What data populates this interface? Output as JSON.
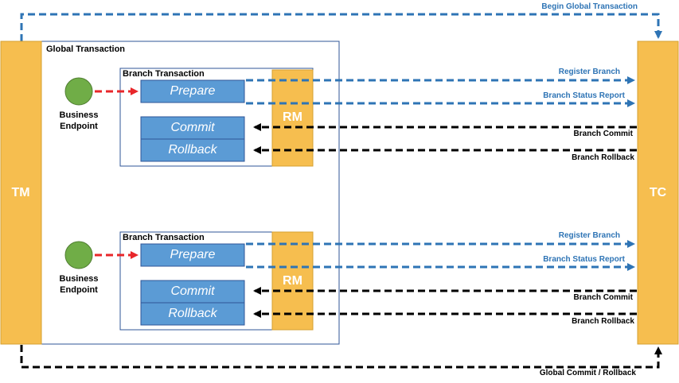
{
  "diagram": {
    "tm_label": "TM",
    "tc_label": "TC",
    "begin_label": "Begin Global Transaction",
    "global_label": "Global Transaction",
    "end_label": "Global Commit / Rollback",
    "branches": [
      {
        "title": "Branch Transaction",
        "endpoint": "Business Endpoint",
        "prepare": "Prepare",
        "commit": "Commit",
        "rollback": "Rollback",
        "rm": "RM",
        "register": "Register Branch",
        "status": "Branch Status Report",
        "branch_commit": "Branch Commit",
        "branch_rollback": "Branch Rollback"
      },
      {
        "title": "Branch Transaction",
        "endpoint": "Business Endpoint",
        "prepare": "Prepare",
        "commit": "Commit",
        "rollback": "Rollback",
        "rm": "RM",
        "register": "Register Branch",
        "status": "Branch Status Report",
        "branch_commit": "Branch Commit",
        "branch_rollback": "Branch Rollback"
      }
    ]
  },
  "colors": {
    "orange": "#F6BE4F",
    "blue_box": "#5B9BD5",
    "blue_arrow": "#2E74B5",
    "red_arrow": "#E8262A",
    "green": "#70AD47",
    "border": "#2F5597"
  }
}
